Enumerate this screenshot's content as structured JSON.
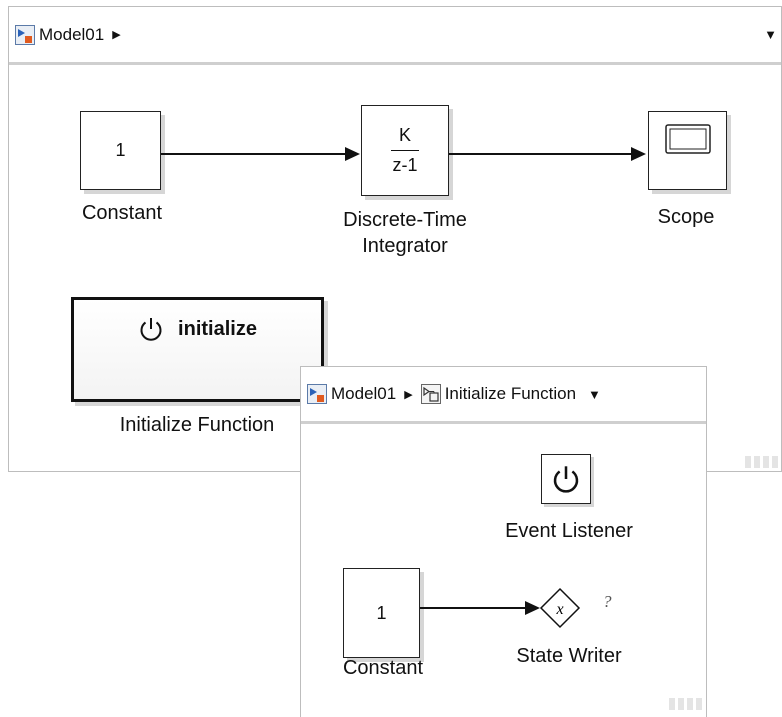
{
  "main": {
    "breadcrumb": {
      "model": "Model01"
    },
    "blocks": {
      "constant": {
        "value": "1",
        "label": "Constant"
      },
      "integrator": {
        "numerator": "K",
        "denominator": "z-1",
        "label_line1": "Discrete-Time",
        "label_line2": "Integrator"
      },
      "scope": {
        "label": "Scope"
      },
      "init_function": {
        "text": "initialize",
        "label": "Initialize Function"
      }
    }
  },
  "sub": {
    "breadcrumb": {
      "model": "Model01",
      "subsystem": "Initialize Function"
    },
    "blocks": {
      "event_listener": {
        "label": "Event Listener"
      },
      "constant": {
        "value": "1",
        "label": "Constant"
      },
      "state_writer": {
        "symbol": "x",
        "suffix": "?",
        "label": "State Writer"
      }
    }
  },
  "icons": {
    "model": "model-icon",
    "subsystem": "subsystem-icon",
    "breadcrumb_arrow": "triangle-right-icon",
    "dropdown": "triangle-down-icon",
    "power": "power-icon"
  }
}
